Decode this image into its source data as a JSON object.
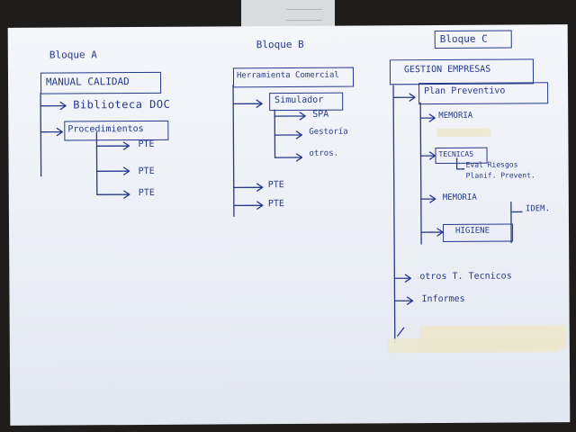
{
  "colors": {
    "ink": "#263a8a",
    "paper": "#eef1f7",
    "background": "#1f1d1b",
    "tape": "#ece8ce"
  },
  "block_a": {
    "title": "Bloque A",
    "root": "MANUAL CALIDAD",
    "child_1": "Biblioteca DOC",
    "child_2": "Procedimientos",
    "pte_1": "PTE",
    "pte_2": "PTE",
    "pte_3": "PTE"
  },
  "block_b": {
    "title": "Bloque B",
    "root": "Herramienta Comercial",
    "simulador": "Simulador",
    "spa": "SPA",
    "gestoria": "Gestoría",
    "otros": "otros.",
    "pte_1": "PTE",
    "pte_2": "PTE"
  },
  "block_c": {
    "title": "Bloque C",
    "root": "GESTION EMPRESAS",
    "plan": "Plan Preventivo",
    "memoria_1": "MEMORIA",
    "tecnicas": "TECNICAS",
    "eval": "Eval Riesgos",
    "planif": "Planif. Prevent.",
    "memoria_2": "MEMORIA",
    "higiene": "HIGIENE",
    "idem": "IDEM.",
    "otros_tecnicos": "otros T. Tecnicos",
    "informes": "Informes"
  }
}
